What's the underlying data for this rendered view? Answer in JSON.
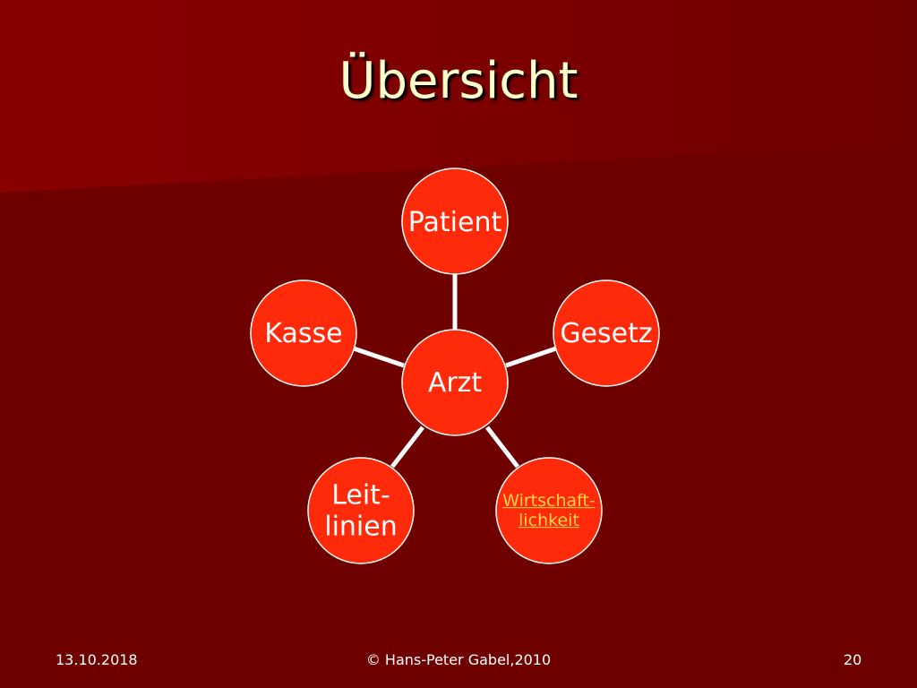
{
  "slide": {
    "title": "Übersicht",
    "footer_date": "13.10.2018",
    "footer_copyright": "© Hans-Peter Gabel,2010",
    "footer_page": "20"
  },
  "colors": {
    "background": "#6e0000",
    "node_fill": "#ff2a0a",
    "title_text": "#ffffcc",
    "link_text": "#ffd24a"
  },
  "diagram": {
    "center": "Arzt",
    "nodes": {
      "patient": "Patient",
      "gesetz": "Gesetz",
      "wirtschaft_line1": "Wirtschaft-",
      "wirtschaft_line2": "lichkeit",
      "leit_line1": "Leit-",
      "leit_line2": "linien",
      "kasse": "Kasse"
    }
  }
}
